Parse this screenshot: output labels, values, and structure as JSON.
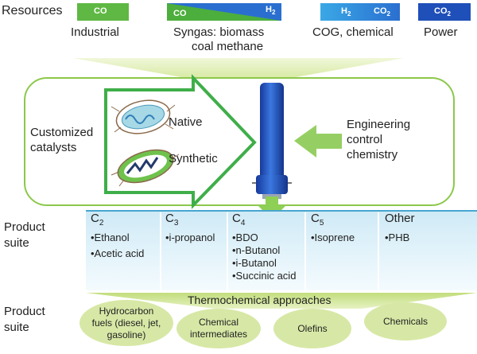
{
  "resources": {
    "label": "Resources",
    "chips": [
      {
        "texts": [
          "CO"
        ],
        "caption": "Industrial"
      },
      {
        "texts": [
          "CO",
          "H2"
        ],
        "caption_lines": [
          "Syngas: biomass",
          "coal methane"
        ]
      },
      {
        "texts": [
          "H2",
          "CO2"
        ],
        "caption": "COG, chemical"
      },
      {
        "texts": [
          "CO2"
        ],
        "caption": "Power"
      }
    ]
  },
  "process": {
    "left_label": [
      "Customized",
      "catalysts"
    ],
    "native": "Native",
    "synthetic": "Synthetic",
    "right_label": [
      "Engineering",
      "control",
      "chemistry"
    ]
  },
  "product_suite_1": [
    "Product",
    "suite"
  ],
  "products": [
    {
      "prefix": "C",
      "sub": "2",
      "items": [
        "•Ethanol",
        "•Acetic acid"
      ]
    },
    {
      "prefix": "C",
      "sub": "3",
      "items": [
        "•i-propanol"
      ]
    },
    {
      "prefix": "C",
      "sub": "4",
      "items": [
        "•BDO",
        "•n-Butanol",
        "•i-Butanol",
        "•Succinic acid"
      ]
    },
    {
      "prefix": "C",
      "sub": "5",
      "items": [
        "•Isoprene"
      ]
    },
    {
      "prefix": "Other",
      "sub": "",
      "items": [
        "•PHB"
      ]
    }
  ],
  "product_suite_2": [
    "Product",
    "suite"
  ],
  "thermo": {
    "label": "Thermochemical approaches",
    "ovals": [
      [
        "Hydrocarbon",
        "fuels (diesel, jet,",
        "gasoline)"
      ],
      [
        "Chemical",
        "intermediates"
      ],
      [
        "Olefins"
      ],
      [
        "Chemicals"
      ]
    ]
  },
  "colors": {
    "green": "#6cbf3f",
    "blue": "#2a62c8",
    "light_green": "#d7e8a6",
    "light_blue": "#d3ecf5"
  }
}
